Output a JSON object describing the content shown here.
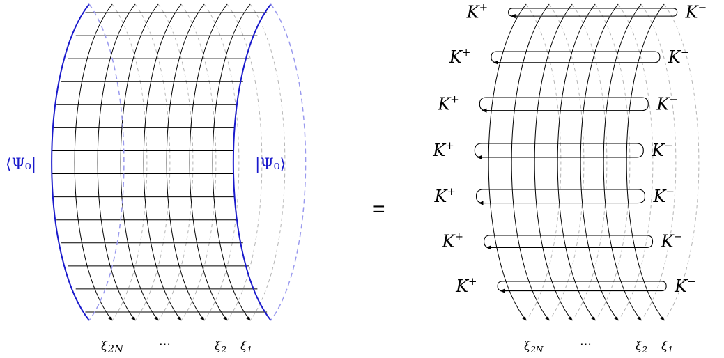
{
  "left_panel": {
    "bra_label": "⟨Ψ₀|",
    "ket_label": "|Ψ₀⟩",
    "xi_labels": {
      "first": "ξ",
      "first_sub": "2N",
      "dots": "⋯",
      "second": "ξ",
      "second_sub": "2",
      "third": "ξ",
      "third_sub": "1"
    },
    "ring_count": 8,
    "rung_count": 14
  },
  "equals_sign": "=",
  "right_panel": {
    "k_plus": "K",
    "k_plus_sup": "+",
    "k_minus": "K",
    "k_minus_sup": "−",
    "loop_count": 7,
    "xi_labels": {
      "first": "ξ",
      "first_sub": "2N",
      "dots": "⋯",
      "second": "ξ",
      "second_sub": "2",
      "third": "ξ",
      "third_sub": "1"
    }
  },
  "colors": {
    "boundary": "#1a1acc",
    "boundary_dashed": "#9a9aee",
    "line": "#000000",
    "hidden": "#b5b5b5"
  }
}
